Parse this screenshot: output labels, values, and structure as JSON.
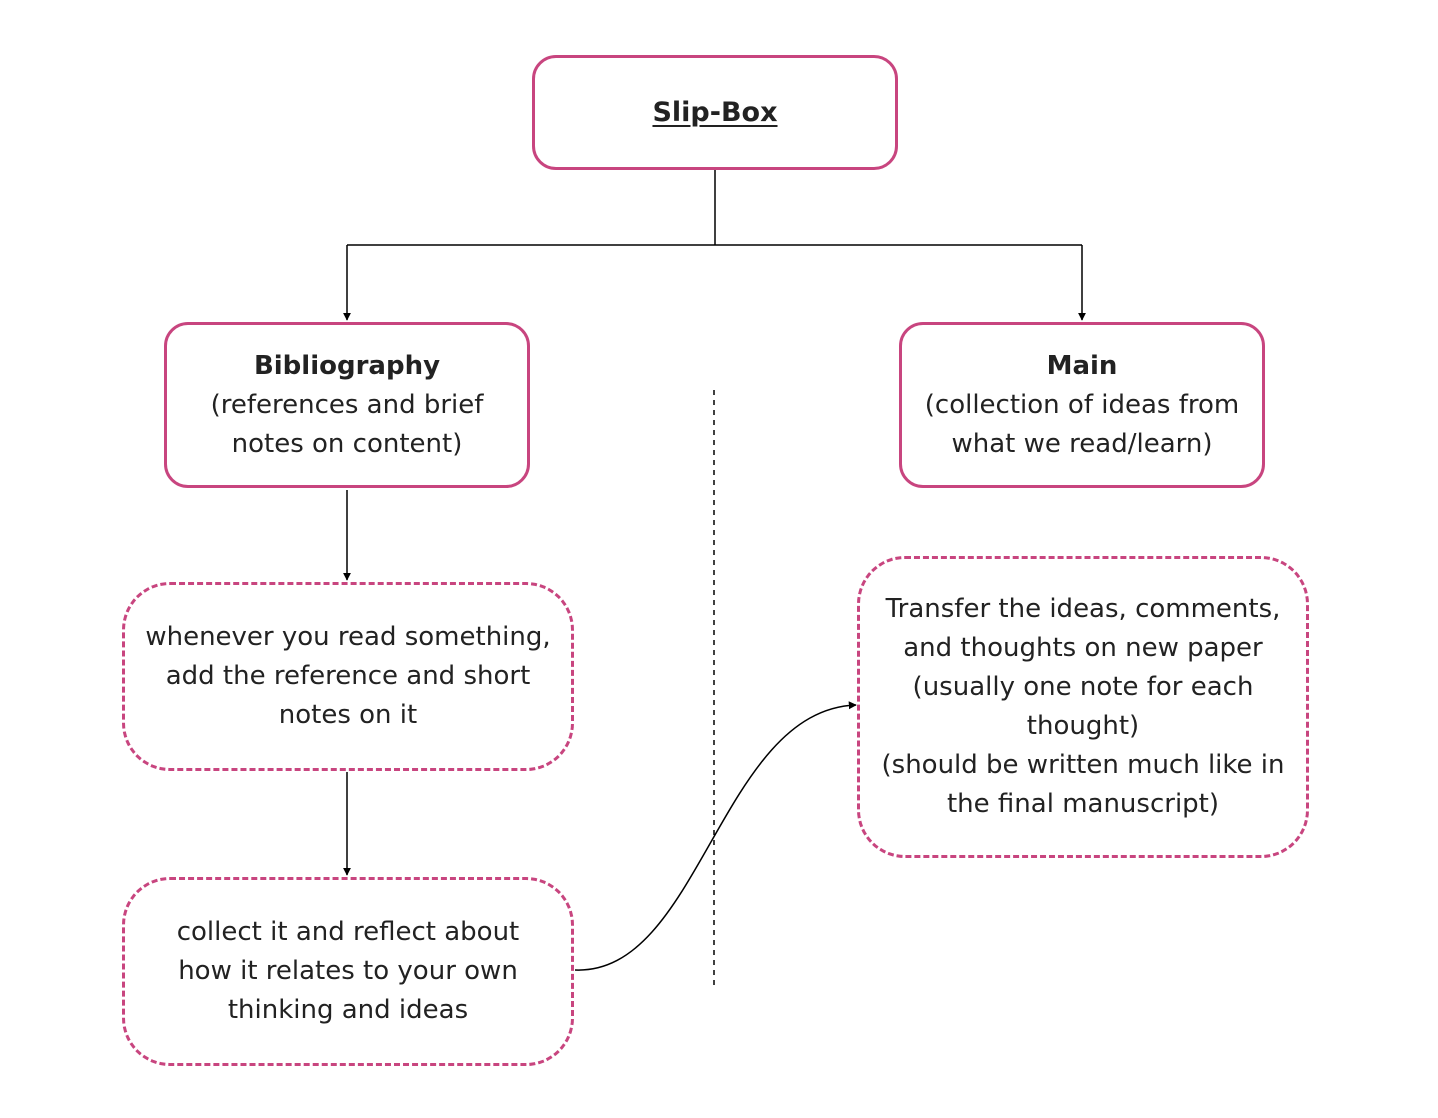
{
  "diagram": {
    "root": {
      "title": "Slip-Box"
    },
    "bibliography": {
      "title": "Bibliography",
      "lines": [
        "(references and brief",
        "notes on content)"
      ]
    },
    "main": {
      "title": "Main",
      "lines": [
        "(collection of ideas from",
        "what we read/learn)"
      ]
    },
    "read_note": {
      "lines": [
        "whenever you read something,",
        "add the reference and short",
        "notes on it"
      ]
    },
    "reflect_note": {
      "lines": [
        "collect it and reflect about",
        "how it relates to your own",
        "thinking and ideas"
      ]
    },
    "transfer_note": {
      "lines": [
        "Transfer the ideas, comments,",
        "and thoughts on new paper",
        "(usually one note for each",
        "thought)",
        "(should be written much like in",
        "the final manuscript)"
      ]
    },
    "colors": {
      "node_border": "#c8457f",
      "connector": "#000000",
      "text": "#222222"
    }
  }
}
